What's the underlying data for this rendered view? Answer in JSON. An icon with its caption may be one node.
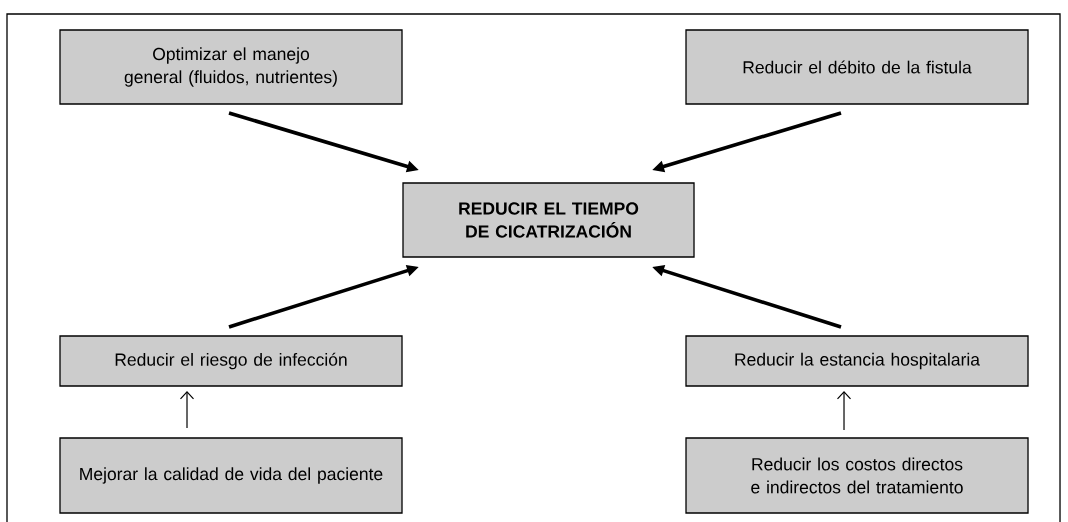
{
  "diagram": {
    "nodes": [
      {
        "text": [
          "Optimizar el manejo general (fluidos, nutrientes)"
        ]
      },
      {
        "text": [
          "Reducir el débito de la fistula"
        ]
      },
      {
        "text": [
          "REDUCIR EL TIEMPO DE CICATRIZACIÓN"
        ]
      },
      {
        "text": [
          "Reducir el riesgo de infección"
        ]
      },
      {
        "text": [
          "Reducir la estancia hospitalaria"
        ]
      },
      {
        "text": [
          "Mejorar la calidad de vida del paciente"
        ]
      },
      {
        "text": [
          "Reducir los costos directos e indirectos del tratamiento"
        ]
      }
    ],
    "edges": [
      {
        "from": 0,
        "to": 2,
        "arrow": "to"
      },
      {
        "from": 1,
        "to": 2,
        "arrow": "to"
      },
      {
        "from": 3,
        "to": 2,
        "arrow": "to"
      },
      {
        "from": 4,
        "to": 2,
        "arrow": "to"
      },
      {
        "from": 5,
        "to": 3,
        "arrow": "to"
      },
      {
        "from": 6,
        "to": 4,
        "arrow": "to"
      }
    ]
  }
}
